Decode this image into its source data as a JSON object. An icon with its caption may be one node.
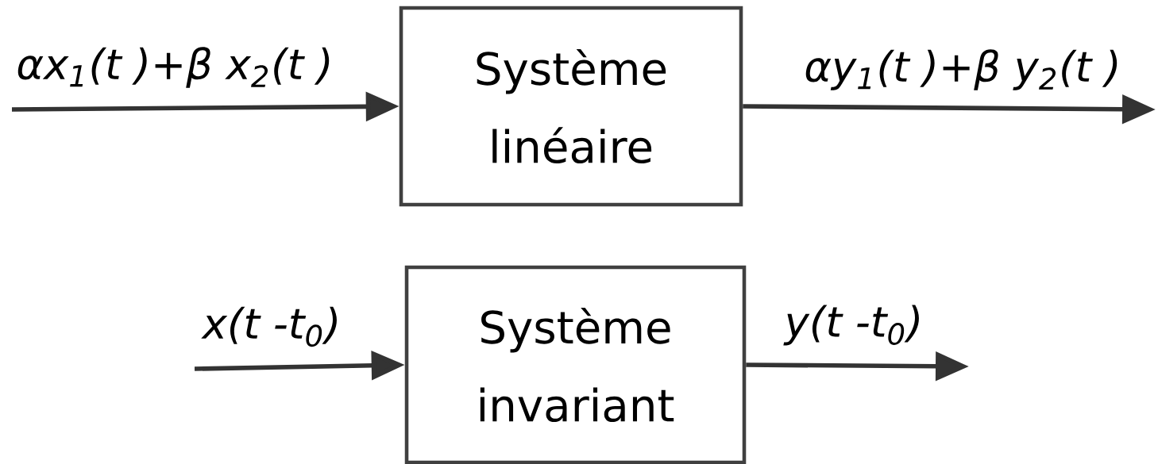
{
  "diagram": {
    "nodes": [
      {
        "text": [
          "Système linéaire"
        ]
      },
      {
        "text": [
          "Système invariant"
        ]
      }
    ],
    "edges": [
      {
        "from": null,
        "to": 0,
        "arrow": "to",
        "label": "αx$_{1}$(t )+β x$_{2}$(t )"
      },
      {
        "from": 0,
        "to": null,
        "arrow": "to",
        "label": "αy$_{1}$(t )+β y$_{2}$(t )"
      },
      {
        "from": null,
        "to": 1,
        "arrow": "to",
        "label": "x(t -t$_{0}$)"
      },
      {
        "from": 1,
        "to": null,
        "arrow": "to",
        "label": "y(t -t$_{0}$)"
      }
    ]
  }
}
